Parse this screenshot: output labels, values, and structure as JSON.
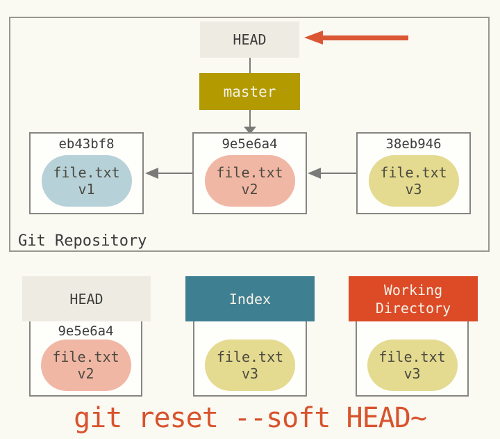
{
  "diagram": {
    "caption": "git reset --soft HEAD~",
    "repository": {
      "label": "Git Repository",
      "head_label": "HEAD",
      "branch_label": "master",
      "commits": [
        {
          "hash": "eb43bf8",
          "file": "file.txt",
          "version": "v1"
        },
        {
          "hash": "9e5e6a4",
          "file": "file.txt",
          "version": "v2"
        },
        {
          "hash": "38eb946",
          "file": "file.txt",
          "version": "v3"
        }
      ]
    },
    "areas": [
      {
        "title": "HEAD",
        "hash": "9e5e6a4",
        "file": "file.txt",
        "version": "v2"
      },
      {
        "title": "Index",
        "hash": "",
        "file": "file.txt",
        "version": "v3"
      },
      {
        "title": "Working Directory",
        "hash": "",
        "file": "file.txt",
        "version": "v3"
      }
    ],
    "icons": {
      "head_pointer": "left-arrow",
      "branch_to_commit": "down-arrow",
      "commit_parent_links": "left-arrow"
    }
  },
  "colors": {
    "background": "#faf9f2",
    "accent_orange": "#db5733",
    "workdir_orange": "#dc4a26",
    "caption_orange": "#d8532d",
    "master_gold": "#b29a00",
    "index_teal": "#3f7f92",
    "head_beige": "#eeece2",
    "pill_blue": "#b7d1d8",
    "pill_salmon": "#f1b7a5",
    "pill_yellow": "#e4da90",
    "connector_gray": "#7a7a78",
    "border_gray": "#868681",
    "text_dark": "#3c3c3c"
  }
}
